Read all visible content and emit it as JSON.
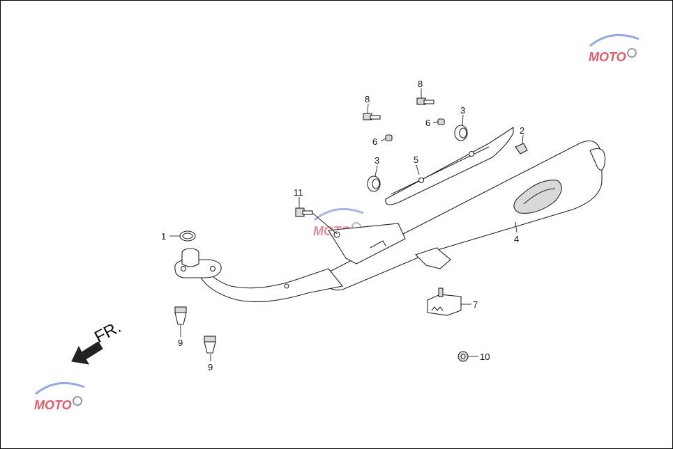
{
  "direction_label": "FR.",
  "callouts": [
    {
      "id": "c1",
      "label": "1"
    },
    {
      "id": "c2",
      "label": "2"
    },
    {
      "id": "c3a",
      "label": "3"
    },
    {
      "id": "c3b",
      "label": "3"
    },
    {
      "id": "c4",
      "label": "4"
    },
    {
      "id": "c5",
      "label": "5"
    },
    {
      "id": "c6a",
      "label": "6"
    },
    {
      "id": "c6b",
      "label": "6"
    },
    {
      "id": "c7",
      "label": "7"
    },
    {
      "id": "c8a",
      "label": "8"
    },
    {
      "id": "c8b",
      "label": "8"
    },
    {
      "id": "c9a",
      "label": "9"
    },
    {
      "id": "c9b",
      "label": "9"
    },
    {
      "id": "c10",
      "label": "10"
    },
    {
      "id": "c11",
      "label": "11"
    }
  ],
  "watermark": {
    "text": "MOTO",
    "color": "#e35a6a",
    "accent_color": "#4a6ed1"
  },
  "colors": {
    "line": "#222222",
    "fill_light": "#d9d9d9",
    "background": "#ffffff"
  }
}
